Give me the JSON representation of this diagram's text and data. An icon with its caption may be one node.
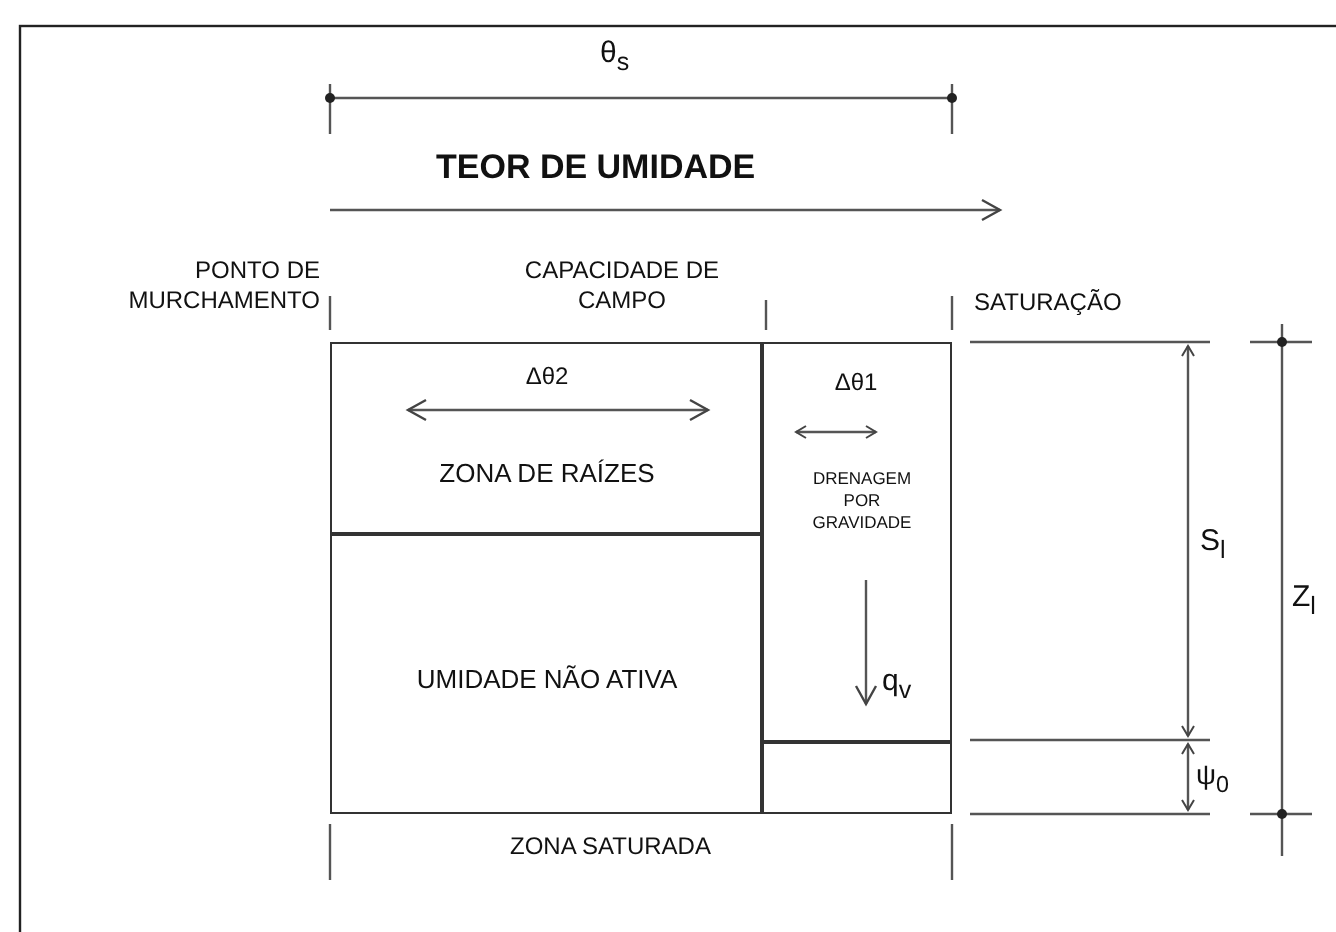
{
  "diagram": {
    "nodes": [
      {
        "text": [
          "Δθ2",
          "ZONA DE RAÍZES"
        ]
      },
      {
        "text": [
          "UMIDADE NÃO ATIVA"
        ]
      },
      {
        "text": [
          "Δθ1",
          "DRENAGEM POR GRAVIDADE",
          "q$_{v}$"
        ]
      },
      {
        "text": [],
        "shape": "box"
      }
    ],
    "labels": [
      "θ$_{s}$",
      "TEOR DE UMIDADE",
      "PONTO DE MURCHAMENTO",
      "CAPACIDADE DE CAMPO",
      "SATURAÇÃO",
      "S$_{l}$",
      "Z$_{l}$",
      "ψ$_{0}$",
      "ZONA SATURADA"
    ]
  }
}
